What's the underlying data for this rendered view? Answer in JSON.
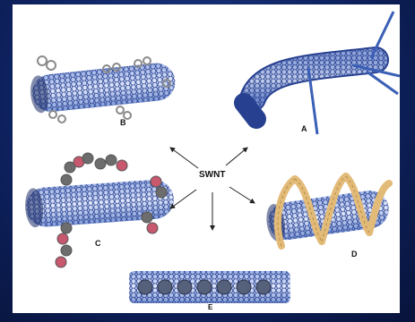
{
  "center_label": "SWNT",
  "panels": {
    "a": {
      "label": "A"
    },
    "b": {
      "label": "B"
    },
    "c": {
      "label": "C"
    },
    "d": {
      "label": "D"
    },
    "e": {
      "label": "E"
    }
  },
  "colors": {
    "tube": "#27408f",
    "tube_light": "#7e98d6",
    "functional_gray": "#6d6d6d",
    "functional_red": "#c8586e",
    "polymer": "#e3bb78",
    "fullerene": "#55607a",
    "background": "#0e2260"
  }
}
